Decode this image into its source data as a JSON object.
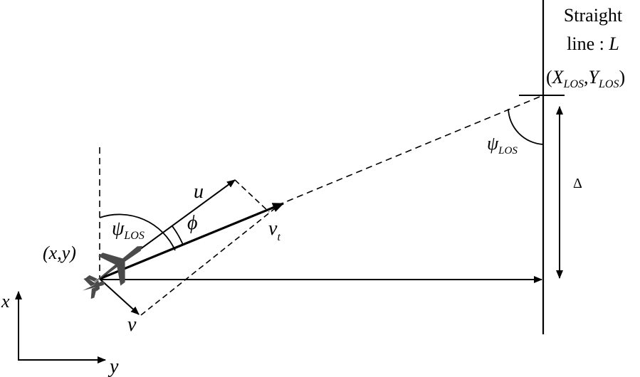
{
  "labels": {
    "straight_line_1": "Straight",
    "straight_line_2": "line : ",
    "straight_line_L": "L",
    "los_open": "(",
    "los_X": "X",
    "los_sub": "LOS",
    "los_comma": ",",
    "los_Y": "Y",
    "los_close": ")",
    "psi": "ψ",
    "psi_sub": "LOS",
    "delta": "Δ",
    "u": "u",
    "phi": "ϕ",
    "v_t": "v",
    "v_t_sub": "t",
    "xy": "(x,y)",
    "v": "v",
    "axis_x": "x",
    "axis_y": "y"
  },
  "colors": {
    "ink": "#000000",
    "vehicle": "#4a4a4a"
  },
  "icons": {
    "vehicle": "aircraft-icon"
  }
}
